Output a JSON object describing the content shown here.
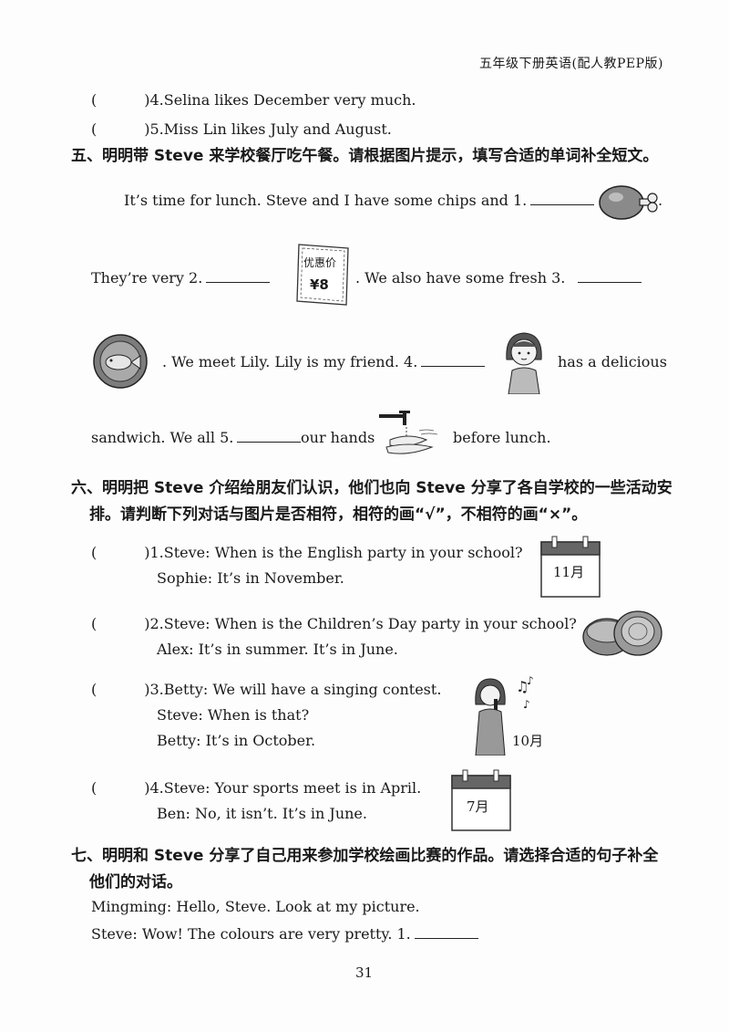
{
  "header": {
    "book_title": "五年级下册英语(配人教PEP版)"
  },
  "section4_tail": {
    "items": [
      {
        "num": ")4.",
        "text": "Selina likes December very much."
      },
      {
        "num": ")5.",
        "text": "Miss Lin likes July and August."
      }
    ]
  },
  "section5": {
    "heading": "五、明明带 Steve 来学校餐厅吃午餐。请根据图片提示，填写合适的单词补全短文。",
    "line1": "It’s time for lunch. Steve and I have some chips and 1.",
    "line2a": "They’re very 2.",
    "line2b": ". We also have some fresh 3.",
    "line3a": ". We meet Lily. Lily is my friend. 4.",
    "line3b": "has a delicious",
    "line4a": "sandwich. We all 5.",
    "line4b": "our hands",
    "line4c": "before lunch.",
    "price_tag": {
      "label": "优惠价",
      "price": "¥8"
    }
  },
  "section6": {
    "heading_line1": "六、明明把 Steve 介绍给朋友们认识，他们也向 Steve 分享了各自学校的一些活动安",
    "heading_line2": "排。请判断下列对话与图片是否相符，相符的画“√”，不相符的画“×”。",
    "items": [
      {
        "num": ")1.",
        "lines": [
          "Steve: When is the English party in your school?",
          "Sophie: It’s in November."
        ],
        "calendar": "11月"
      },
      {
        "num": ")2.",
        "lines": [
          "Steve: When is the Children’s Day party in your school?",
          "Alex: It’s in summer. It’s in June."
        ]
      },
      {
        "num": ")3.",
        "lines": [
          "Betty: We will have a singing contest.",
          "Steve: When is that?",
          "Betty: It’s in October."
        ],
        "month_label": "10月"
      },
      {
        "num": ")4.",
        "lines": [
          "Steve: Your sports meet is in April.",
          "Ben: No, it isn’t. It’s in June."
        ],
        "calendar": "7月"
      }
    ]
  },
  "section7": {
    "heading_line1": "七、明明和 Steve 分享了自己用来参加学校绘画比赛的作品。请选择合适的句子补全",
    "heading_line2": "他们的对话。",
    "line1": "Mingming: Hello, Steve. Look at my picture.",
    "line2": "Steve: Wow! The colours are very pretty. 1."
  },
  "footer": {
    "page_number": "31"
  }
}
